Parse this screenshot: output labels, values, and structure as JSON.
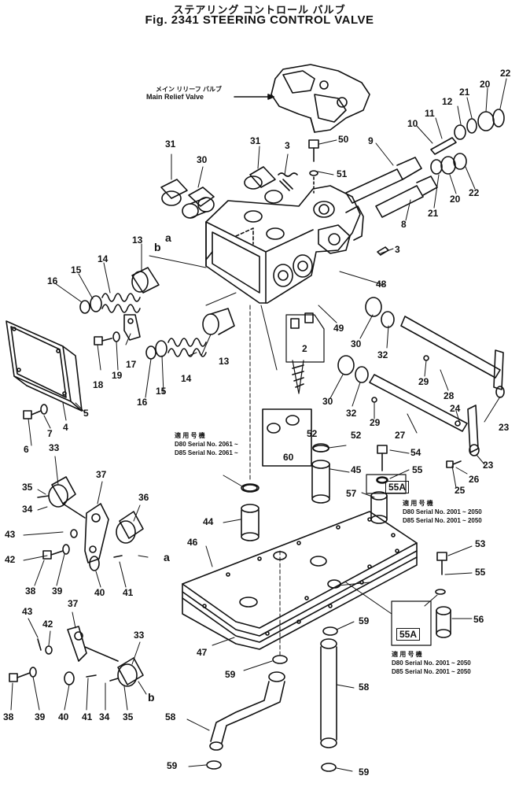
{
  "title": {
    "japanese": "ステアリング コントロール バルブ",
    "english": "Fig. 2341  STEERING  CONTROL  VALVE"
  },
  "main_relief_valve": {
    "japanese": "メイン リリーフ バルブ",
    "english": "Main Relief Valve"
  },
  "part_numbers": [
    "3",
    "3",
    "31",
    "31",
    "30",
    "50",
    "51",
    "9",
    "10",
    "11",
    "12",
    "21",
    "20",
    "22",
    "21",
    "20",
    "22",
    "8",
    "a",
    "b",
    "13",
    "14",
    "15",
    "16",
    "48",
    "49",
    "2",
    "30",
    "32",
    "30",
    "32",
    "29",
    "28",
    "29",
    "27",
    "23",
    "24",
    "23",
    "26",
    "25",
    "60",
    "52",
    "54",
    "55",
    "55A",
    "57",
    "17",
    "18",
    "19",
    "16",
    "15",
    "14",
    "13",
    "5",
    "4",
    "7",
    "6",
    "33",
    "37",
    "36",
    "35",
    "34",
    "43",
    "42",
    "38",
    "39",
    "40",
    "41",
    "a",
    "52",
    "45",
    "44",
    "46",
    "53",
    "55",
    "56",
    "55A",
    "47",
    "59",
    "58",
    "43",
    "42",
    "37",
    "33",
    "38",
    "39",
    "40",
    "41",
    "34",
    "35",
    "b",
    "59",
    "58",
    "59",
    "59"
  ],
  "serial_notes": {
    "note_60": {
      "heading": "適 用 号 機",
      "lines": [
        "D80 Serial No. 2061 ~",
        "D85 Serial No. 2061 ~"
      ]
    },
    "note_55A_top": {
      "heading": "適 用 号 機",
      "lines": [
        "D80 Serial No. 2001 ~ 2050",
        "D85 Serial No. 2001 ~ 2050"
      ]
    },
    "note_55A_bottom": {
      "heading": "適 用 号 機",
      "lines": [
        "D80 Serial No. 2001 ~ 2050",
        "D85 Serial No. 2001 ~ 2050"
      ]
    }
  },
  "colors": {
    "ink": "#111111",
    "paper": "#ffffff"
  }
}
